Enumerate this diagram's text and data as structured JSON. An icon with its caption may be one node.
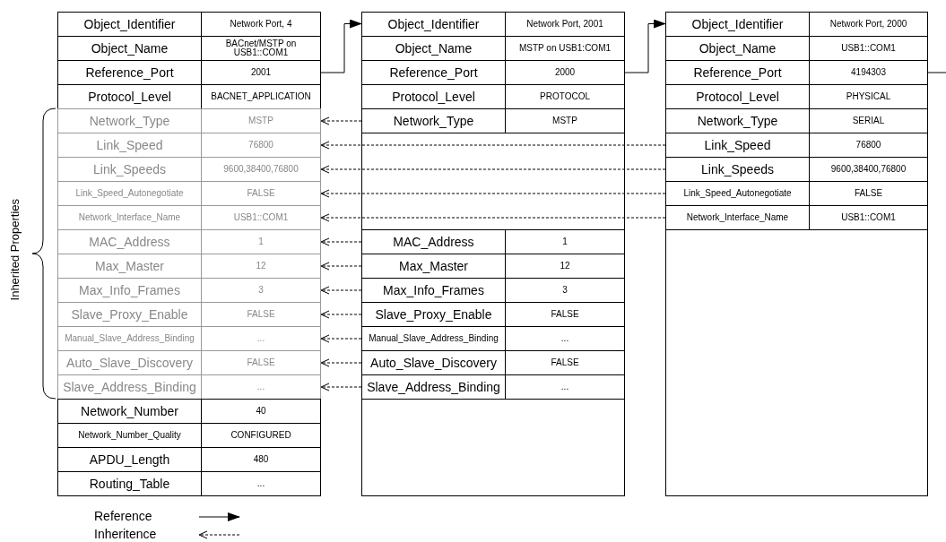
{
  "diagram": {
    "nodes": [
      {
        "text": [],
        "shape": "box"
      },
      {
        "text": [
          "Object_Identifier",
          "Network Port, 4"
        ],
        "in": 0
      },
      {
        "text": [
          "Object_Name",
          "BACnet/MSTP on USB1::COM1"
        ],
        "in": 0
      },
      {
        "text": [
          "Reference_Port",
          "2001"
        ],
        "in": 0
      },
      {
        "text": [
          "Protocol_Level",
          "BACNET_APPLICATION"
        ],
        "in": 0
      },
      {
        "text": [
          "Network_Type",
          "MSTP"
        ],
        "in": 0
      },
      {
        "text": [
          "Link_Speed",
          "76800"
        ],
        "in": 0
      },
      {
        "text": [
          "Link_Speeds",
          "9600,38400,76800"
        ],
        "in": 0
      },
      {
        "text": [
          "Link_Speed_Autonegotiate",
          "FALSE"
        ],
        "in": 0
      },
      {
        "text": [
          "Network_Interface_Name",
          "USB1::COM1"
        ],
        "in": 0
      },
      {
        "text": [
          "MAC_Address",
          "1"
        ],
        "in": 0
      },
      {
        "text": [
          "Max_Master",
          "12"
        ],
        "in": 0
      },
      {
        "text": [
          "Max_Info_Frames",
          "3"
        ],
        "in": 0
      },
      {
        "text": [
          "Slave_Proxy_Enable",
          "FALSE"
        ],
        "in": 0
      },
      {
        "text": [
          "Manual_Slave_Address_Binding",
          "..."
        ],
        "in": 0
      },
      {
        "text": [
          "Auto_Slave_Discovery",
          "FALSE"
        ],
        "in": 0
      },
      {
        "text": [
          "Slave_Address_Binding",
          "..."
        ],
        "in": 0
      },
      {
        "text": [
          "Network_Number",
          "40"
        ],
        "in": 0
      },
      {
        "text": [
          "Network_Number_Quality",
          "CONFIGURED"
        ],
        "in": 0
      },
      {
        "text": [
          "APDU_Length",
          "480"
        ],
        "in": 0
      },
      {
        "text": [
          "Routing_Table",
          "..."
        ],
        "in": 0
      },
      {
        "text": [],
        "shape": "box"
      },
      {
        "text": [
          "Object_Identifier",
          "Network Port, 2001"
        ],
        "in": 21
      },
      {
        "text": [
          "Object_Name",
          "MSTP on USB1:COM1"
        ],
        "in": 21
      },
      {
        "text": [
          "Reference_Port",
          "2000"
        ],
        "in": 21
      },
      {
        "text": [
          "Protocol_Level",
          "PROTOCOL"
        ],
        "in": 21
      },
      {
        "text": [
          "Network_Type",
          "MSTP"
        ],
        "in": 21
      },
      {
        "text": [
          "MAC_Address",
          "1"
        ],
        "in": 21
      },
      {
        "text": [
          "Max_Master",
          "12"
        ],
        "in": 21
      },
      {
        "text": [
          "Max_Info_Frames",
          "3"
        ],
        "in": 21
      },
      {
        "text": [
          "Slave_Proxy_Enable",
          "FALSE"
        ],
        "in": 21
      },
      {
        "text": [
          "Manual_Slave_Address_Binding",
          "..."
        ],
        "in": 21
      },
      {
        "text": [
          "Auto_Slave_Discovery",
          "FALSE"
        ],
        "in": 21
      },
      {
        "text": [
          "Slave_Address_Binding",
          "..."
        ],
        "in": 21
      },
      {
        "text": [],
        "shape": "box"
      },
      {
        "text": [
          "Object_Identifier",
          "Network Port, 2000"
        ],
        "in": 34
      },
      {
        "text": [
          "Object_Name",
          "USB1::COM1"
        ],
        "in": 34
      },
      {
        "text": [
          "Reference_Port",
          "4194303"
        ],
        "in": 34
      },
      {
        "text": [
          "Protocol_Level",
          "PHYSICAL"
        ],
        "in": 34
      },
      {
        "text": [
          "Network_Type",
          "SERIAL"
        ],
        "in": 34
      },
      {
        "text": [
          "Link_Speed",
          "76800"
        ],
        "in": 34
      },
      {
        "text": [
          "Link_Speeds",
          "9600,38400,76800"
        ],
        "in": 34
      },
      {
        "text": [
          "Link_Speed_Autonegotiate",
          "FALSE"
        ],
        "in": 34
      },
      {
        "text": [
          "Network_Interface_Name",
          "USB1::COM1"
        ],
        "in": 34
      }
    ],
    "edges": [
      {
        "from": 3,
        "to": 21,
        "arrow": "to"
      },
      {
        "from": 24,
        "to": 34,
        "arrow": "to"
      },
      {
        "from": 37,
        "to": null,
        "arrow": "none"
      },
      {
        "from": 26,
        "to": 5,
        "arrow": "to",
        "style": "dashed"
      },
      {
        "from": 40,
        "to": 6,
        "arrow": "to",
        "style": "dashed"
      },
      {
        "from": 41,
        "to": 7,
        "arrow": "to",
        "style": "dashed"
      },
      {
        "from": 42,
        "to": 8,
        "arrow": "to",
        "style": "dashed"
      },
      {
        "from": 43,
        "to": 9,
        "arrow": "to",
        "style": "dashed"
      },
      {
        "from": 27,
        "to": 10,
        "arrow": "to",
        "style": "dashed"
      },
      {
        "from": 28,
        "to": 11,
        "arrow": "to",
        "style": "dashed"
      },
      {
        "from": 29,
        "to": 12,
        "arrow": "to",
        "style": "dashed"
      },
      {
        "from": 30,
        "to": 13,
        "arrow": "to",
        "style": "dashed"
      },
      {
        "from": 31,
        "to": 14,
        "arrow": "to",
        "style": "dashed"
      },
      {
        "from": 32,
        "to": 15,
        "arrow": "to",
        "style": "dashed"
      },
      {
        "from": 33,
        "to": 16,
        "arrow": "to",
        "style": "dashed"
      }
    ],
    "labels": [
      "Inherited Properties"
    ],
    "legend": [
      {
        "text": "Reference"
      },
      {
        "text": "Inheritence"
      }
    ]
  }
}
